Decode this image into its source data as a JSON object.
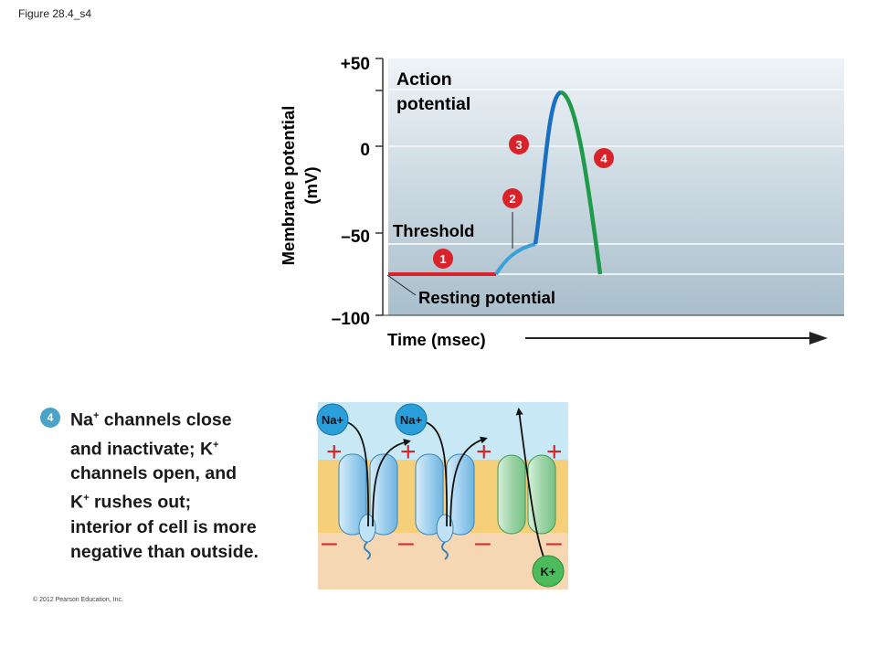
{
  "figure_label": "Figure 28.4_s4",
  "copyright": "© 2012 Pearson Education, Inc.",
  "graph": {
    "y_axis_title": "Membrane potential",
    "y_axis_unit": "(mV)",
    "y_ticks": [
      "+50",
      "0",
      "–50",
      "–100"
    ],
    "x_axis_title": "Time (msec)",
    "label_action": [
      "Action",
      "potential"
    ],
    "label_threshold": "Threshold",
    "label_resting": "Resting potential",
    "markers": [
      "1",
      "2",
      "3",
      "4"
    ],
    "colors": {
      "resting": "#d8232a",
      "depolarization": "#2a7fc8",
      "rising": "#1b6fc0",
      "falling": "#1f9a4b",
      "marker": "#d8232a"
    }
  },
  "step": {
    "number": "4",
    "line1_ion": "Na",
    "line1_charge": "+",
    "line1_text": " channels close",
    "line2_text": "and inactivate; K",
    "line2_charge": "+",
    "line3_text": "channels open, and",
    "line4_ion": "K",
    "line4_charge": "+",
    "line4_text": " rushes out;",
    "line5_text": "interior of cell is more",
    "line6_text": "negative than outside."
  },
  "membrane": {
    "ion_na_1": "Na+",
    "ion_na_2": "Na+",
    "ion_k": "K+",
    "outside_charge": "+",
    "inside_charge": "–"
  }
}
